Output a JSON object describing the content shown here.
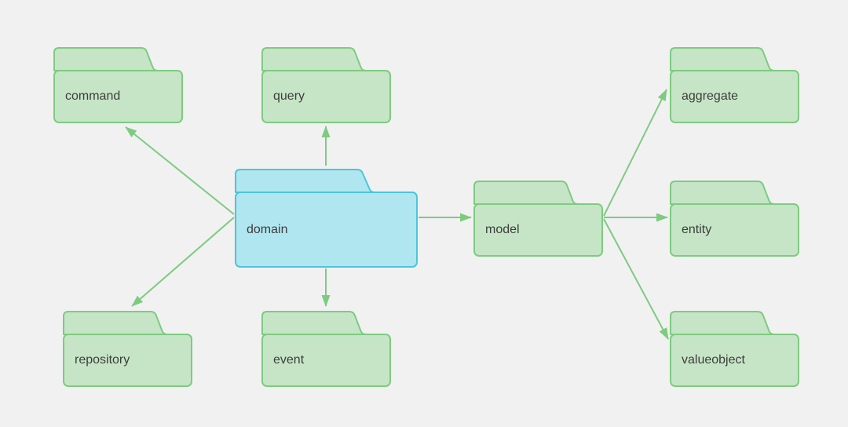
{
  "diagram": {
    "type": "package-dependency-diagram",
    "background_color": "#f1f1f2",
    "package_fill_color": "#c6e5c6",
    "package_border_color": "#7ecb80",
    "highlight_fill_color": "#b0e6f0",
    "highlight_border_color": "#4cc5da",
    "arrow_color": "#7ecb80",
    "text_color": "#3d3d3d",
    "nodes": {
      "command": {
        "label": "command",
        "type": "package",
        "highlighted": false
      },
      "query": {
        "label": "query",
        "type": "package",
        "highlighted": false
      },
      "aggregate": {
        "label": "aggregate",
        "type": "package",
        "highlighted": false
      },
      "domain": {
        "label": "domain",
        "type": "package",
        "highlighted": true
      },
      "model": {
        "label": "model",
        "type": "package",
        "highlighted": false
      },
      "entity": {
        "label": "entity",
        "type": "package",
        "highlighted": false
      },
      "repository": {
        "label": "repository",
        "type": "package",
        "highlighted": false
      },
      "event": {
        "label": "event",
        "type": "package",
        "highlighted": false
      },
      "valueobject": {
        "label": "valueobject",
        "type": "package",
        "highlighted": false
      }
    },
    "edges": [
      {
        "from": "domain",
        "to": "command"
      },
      {
        "from": "domain",
        "to": "query"
      },
      {
        "from": "domain",
        "to": "repository"
      },
      {
        "from": "domain",
        "to": "event"
      },
      {
        "from": "domain",
        "to": "model"
      },
      {
        "from": "model",
        "to": "aggregate"
      },
      {
        "from": "model",
        "to": "entity"
      },
      {
        "from": "model",
        "to": "valueobject"
      }
    ]
  }
}
